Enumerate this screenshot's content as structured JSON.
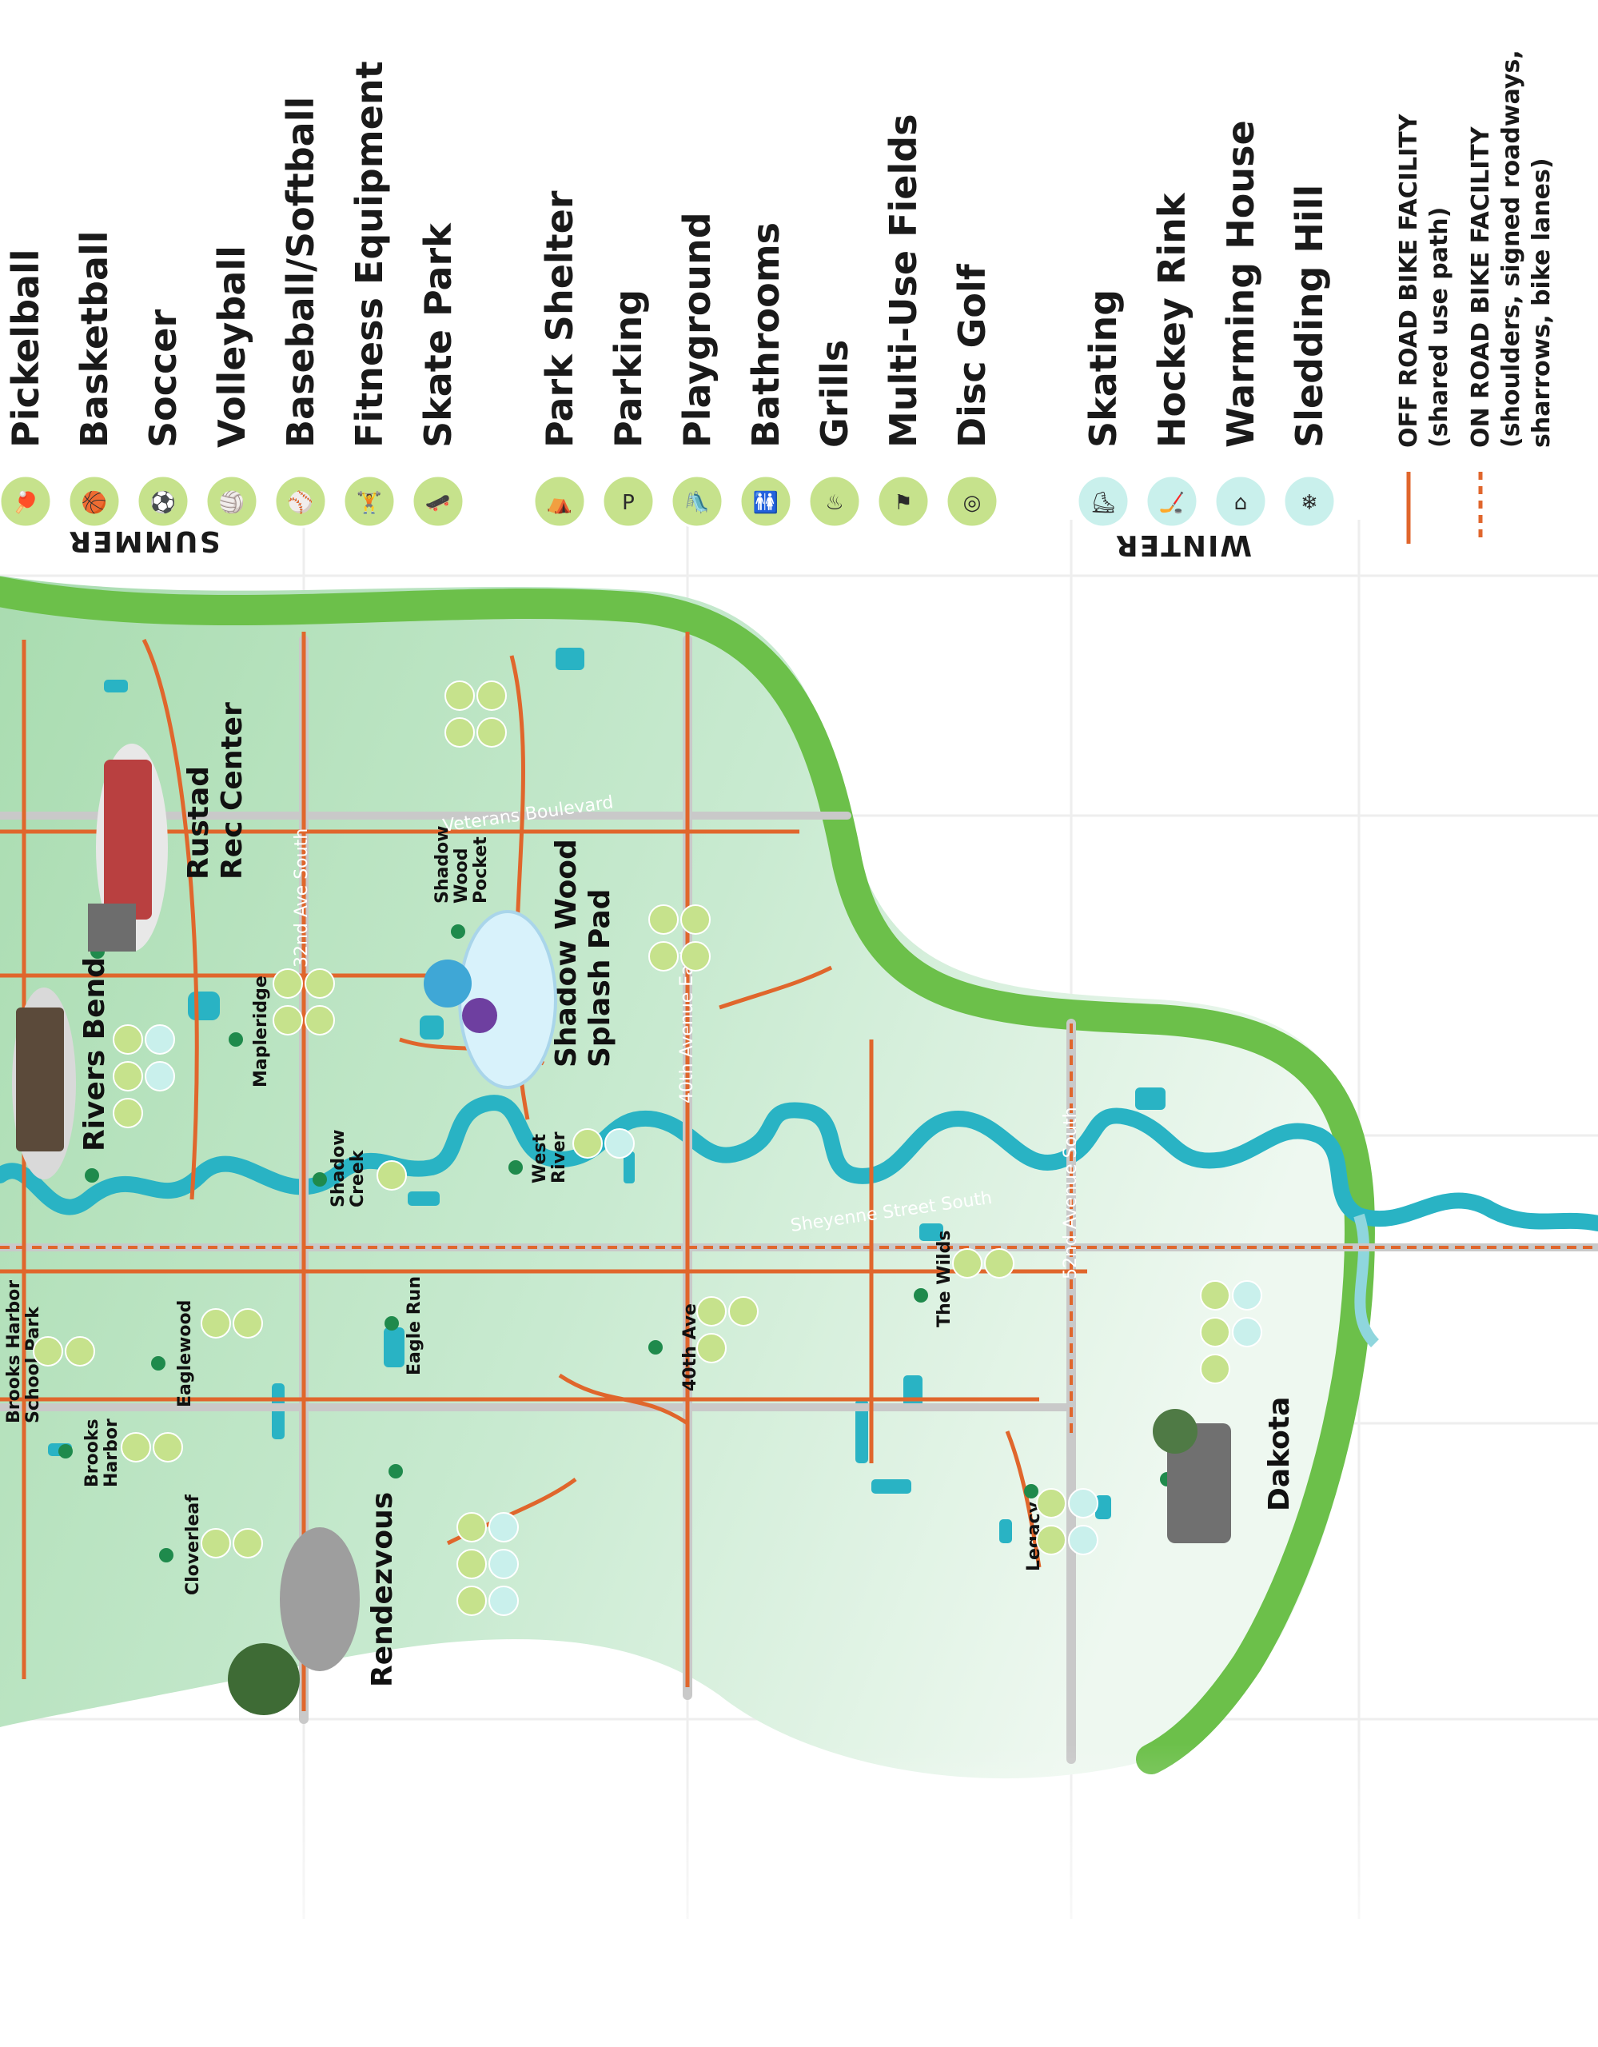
{
  "colors": {
    "summer_icon": "#c6e28c",
    "winter_icon": "#c9f0ec",
    "park_green": "#bfe5c2",
    "boundary_green": "#6cc04a",
    "river": "#29b3c4",
    "path_orange": "#e0662c",
    "road_gray": "#c8c8c8"
  },
  "legend": {
    "summer": {
      "title": "SUMMER",
      "items": [
        {
          "label": "Pickelball",
          "icon": "pickleball-icon"
        },
        {
          "label": "Basketball",
          "icon": "basketball-icon"
        },
        {
          "label": "Soccer",
          "icon": "soccer-icon"
        },
        {
          "label": "Volleyball",
          "icon": "volleyball-icon"
        },
        {
          "label": "Baseball/Softball",
          "icon": "baseball-icon"
        },
        {
          "label": "Fitness Equipment",
          "icon": "fitness-icon"
        },
        {
          "label": "Skate Park",
          "icon": "skate-icon"
        },
        {
          "label": "Park Shelter",
          "icon": "shelter-icon"
        },
        {
          "label": "Parking",
          "icon": "parking-icon"
        },
        {
          "label": "Playground",
          "icon": "playground-icon"
        },
        {
          "label": "Bathrooms",
          "icon": "bathroom-icon"
        },
        {
          "label": "Grills",
          "icon": "grill-icon"
        },
        {
          "label": "Multi-Use Fields",
          "icon": "field-icon"
        },
        {
          "label": "Disc Golf",
          "icon": "disc-golf-icon"
        }
      ]
    },
    "winter": {
      "title": "WINTER",
      "items": [
        {
          "label": "Skating",
          "icon": "skating-icon"
        },
        {
          "label": "Hockey Rink",
          "icon": "hockey-icon"
        },
        {
          "label": "Warming House",
          "icon": "warming-house-icon"
        },
        {
          "label": "Sledding Hill",
          "icon": "sledding-icon"
        }
      ]
    },
    "bike": [
      {
        "title": "OFF ROAD BIKE FACILITY",
        "desc": [
          "(shared use path)"
        ],
        "style": "solid"
      },
      {
        "title": "ON ROAD BIKE FACILITY",
        "desc": [
          "(shoulders, signed roadways,",
          "sharrows, bike lanes)"
        ],
        "style": "dashed"
      }
    ]
  },
  "roads": [
    {
      "name": "32nd Ave South"
    },
    {
      "name": "Veterans Boulevard"
    },
    {
      "name": "40th Avenue East"
    },
    {
      "name": "Sheyenne Street South"
    },
    {
      "name": "52nd Avenue South"
    }
  ],
  "parks": [
    {
      "name": "Rustad Rec Center",
      "lines": [
        "Rustad",
        "Rec Center"
      ],
      "big": true
    },
    {
      "name": "Rivers Bend",
      "lines": [
        "Rivers Bend"
      ],
      "big": true
    },
    {
      "name": "Shadow Wood Splash Pad",
      "lines": [
        "Shadow Wood",
        "Splash Pad"
      ],
      "big": true
    },
    {
      "name": "Shadow Wood Pocket",
      "lines": [
        "Shadow",
        "Wood",
        "Pocket"
      ],
      "big": false
    },
    {
      "name": "Mapleridge",
      "lines": [
        "Mapleridge"
      ],
      "big": false
    },
    {
      "name": "Shadow Creek",
      "lines": [
        "Shadow",
        "Creek"
      ],
      "big": false
    },
    {
      "name": "West River",
      "lines": [
        "West",
        "River"
      ],
      "big": false
    },
    {
      "name": "Brooks Harbor School Park",
      "lines": [
        "Brooks Harbor",
        "School Park"
      ],
      "big": false
    },
    {
      "name": "Eaglewood",
      "lines": [
        "Eaglewood"
      ],
      "big": false
    },
    {
      "name": "Eagle Run",
      "lines": [
        "Eagle Run"
      ],
      "big": false
    },
    {
      "name": "40th Ave",
      "lines": [
        "40th Ave"
      ],
      "big": false
    },
    {
      "name": "The Wilds",
      "lines": [
        "The Wilds"
      ],
      "big": false
    },
    {
      "name": "Brooks Harbor",
      "lines": [
        "Brooks",
        "Harbor"
      ],
      "big": false
    },
    {
      "name": "Cloverleaf",
      "lines": [
        "Cloverleaf"
      ],
      "big": false
    },
    {
      "name": "Rendezvous",
      "lines": [
        "Rendezvous"
      ],
      "big": true
    },
    {
      "name": "Legacy",
      "lines": [
        "Legacy"
      ],
      "big": false
    },
    {
      "name": "Dakota",
      "lines": [
        "Dakota"
      ],
      "big": true
    }
  ]
}
